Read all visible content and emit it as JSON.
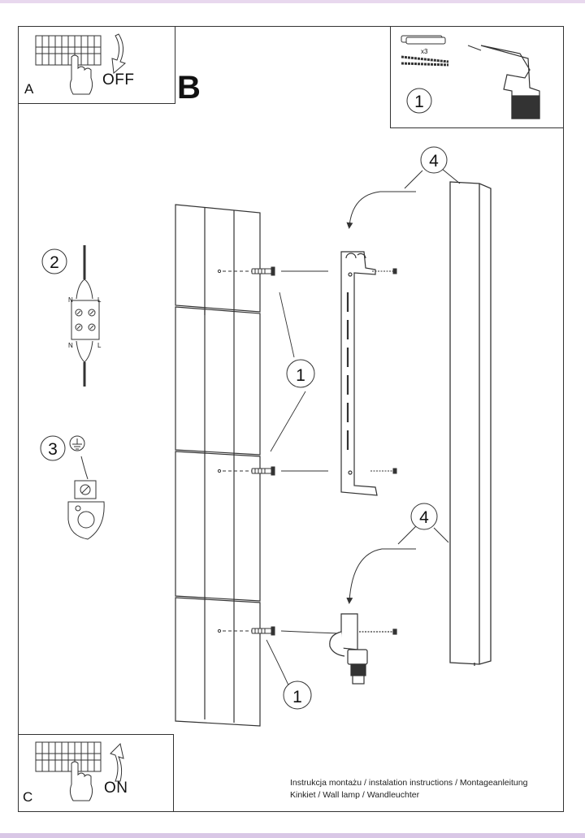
{
  "panels": {
    "a": {
      "letter": "A",
      "state": "OFF"
    },
    "b": {
      "letter": "B"
    },
    "c": {
      "letter": "C",
      "state": "ON"
    }
  },
  "callouts": {
    "tools": "1",
    "wiring": "2",
    "ground": "3",
    "mount_upper": "1",
    "mount_lower": "1",
    "cover_upper": "4",
    "cover_lower": "4"
  },
  "wiring_labels": {
    "n_top": "N",
    "l_top": "L",
    "n_bottom": "N",
    "l_bottom": "L"
  },
  "hardware": {
    "quantity": "x3"
  },
  "caption": {
    "line1": "Instrukcja montażu / instalation instructions / Montageanleitung",
    "line2": "Kinkiet / Wall lamp / Wandleuchter"
  },
  "icons": [
    "breaker-panel-icon",
    "hand-icon",
    "arrow-down-icon",
    "arrow-up-icon",
    "drill-icon",
    "wall-plug-icon",
    "screw-icon",
    "ground-symbol-icon",
    "terminal-block-icon",
    "wall-tiles",
    "mounting-bracket",
    "lamp-body",
    "lamp-socket-icon"
  ]
}
